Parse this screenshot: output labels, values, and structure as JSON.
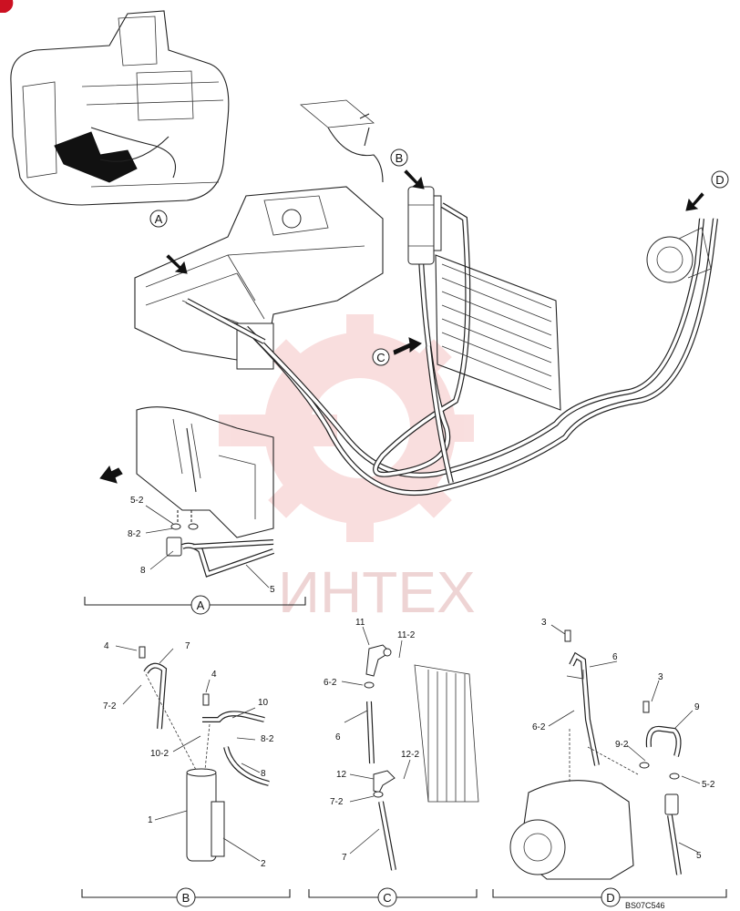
{
  "views": {
    "main": {
      "callouts": [
        "A",
        "B",
        "C",
        "D"
      ]
    },
    "a": {
      "title": "A",
      "labels": [
        {
          "id": "5-2",
          "text": "5-2"
        },
        {
          "id": "8-2",
          "text": "8-2"
        },
        {
          "id": "8",
          "text": "8"
        },
        {
          "id": "5",
          "text": "5"
        }
      ]
    },
    "b": {
      "title": "B",
      "labels": [
        {
          "id": "4a",
          "text": "4"
        },
        {
          "id": "7",
          "text": "7"
        },
        {
          "id": "7-2",
          "text": "7-2"
        },
        {
          "id": "4b",
          "text": "4"
        },
        {
          "id": "10",
          "text": "10"
        },
        {
          "id": "8-2",
          "text": "8-2"
        },
        {
          "id": "10-2",
          "text": "10-2"
        },
        {
          "id": "8",
          "text": "8"
        },
        {
          "id": "1",
          "text": "1"
        },
        {
          "id": "2",
          "text": "2"
        }
      ]
    },
    "c": {
      "title": "C",
      "labels": [
        {
          "id": "11",
          "text": "11"
        },
        {
          "id": "11-2",
          "text": "11-2"
        },
        {
          "id": "6-2",
          "text": "6-2"
        },
        {
          "id": "6",
          "text": "6"
        },
        {
          "id": "12-2",
          "text": "12-2"
        },
        {
          "id": "12",
          "text": "12"
        },
        {
          "id": "7-2",
          "text": "7-2"
        },
        {
          "id": "7",
          "text": "7"
        }
      ]
    },
    "d": {
      "title": "D",
      "labels": [
        {
          "id": "3a",
          "text": "3"
        },
        {
          "id": "6",
          "text": "6"
        },
        {
          "id": "3b",
          "text": "3"
        },
        {
          "id": "9",
          "text": "9"
        },
        {
          "id": "6-2",
          "text": "6-2"
        },
        {
          "id": "9-2",
          "text": "9-2"
        },
        {
          "id": "5-2",
          "text": "5-2"
        },
        {
          "id": "5",
          "text": "5"
        }
      ]
    }
  },
  "watermark": {
    "text": "ИНТЕХ",
    "color": "#e8c2c2"
  },
  "drawing_code": "BS07C546"
}
